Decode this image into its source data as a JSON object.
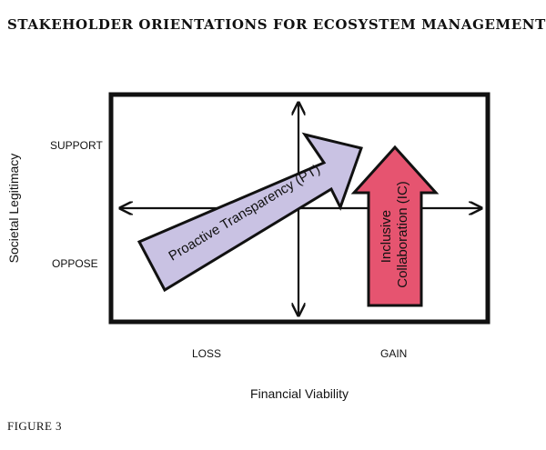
{
  "title": "STAKEHOLDER ORIENTATIONS FOR ECOSYSTEM MANAGEMENT",
  "figure_label": "FIGURE 3",
  "y_axis": {
    "title": "Societal Legitimacy",
    "high_label": "SUPPORT",
    "low_label": "OPPOSE"
  },
  "x_axis": {
    "title": "Financial Viability",
    "low_label": "LOSS",
    "high_label": "GAIN"
  },
  "arrows": {
    "pt": {
      "label": "Proactive Transparency (PT)",
      "color": "#c9c2e3"
    },
    "ic": {
      "line1": "Inclusive",
      "line2": "Collaboration (IC)",
      "color": "#e65470"
    }
  }
}
